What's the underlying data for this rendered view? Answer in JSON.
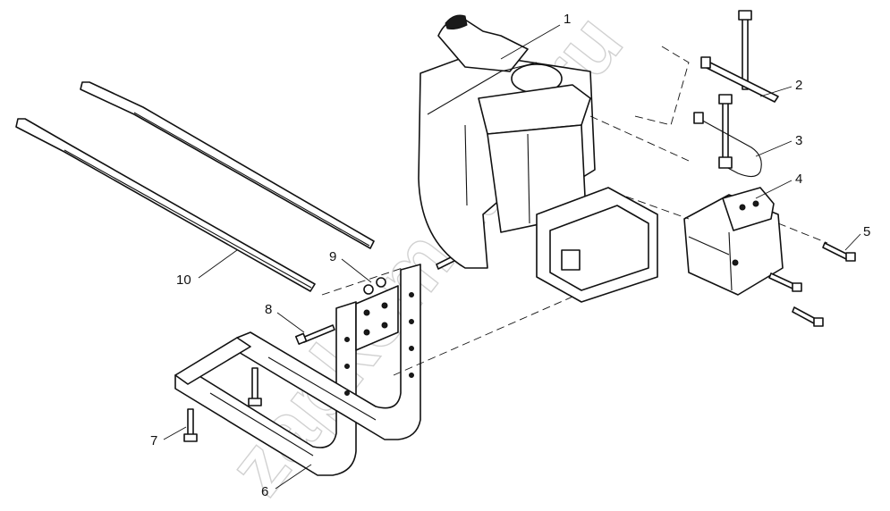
{
  "diagram": {
    "callouts": [
      {
        "id": "1",
        "label": "1"
      },
      {
        "id": "2",
        "label": "2"
      },
      {
        "id": "3",
        "label": "3"
      },
      {
        "id": "4",
        "label": "4"
      },
      {
        "id": "5",
        "label": "5"
      },
      {
        "id": "6",
        "label": "6"
      },
      {
        "id": "7",
        "label": "7"
      },
      {
        "id": "8",
        "label": "8"
      },
      {
        "id": "9",
        "label": "9"
      },
      {
        "id": "10",
        "label": "10"
      }
    ],
    "watermark": "zapkomatsu.ru"
  }
}
